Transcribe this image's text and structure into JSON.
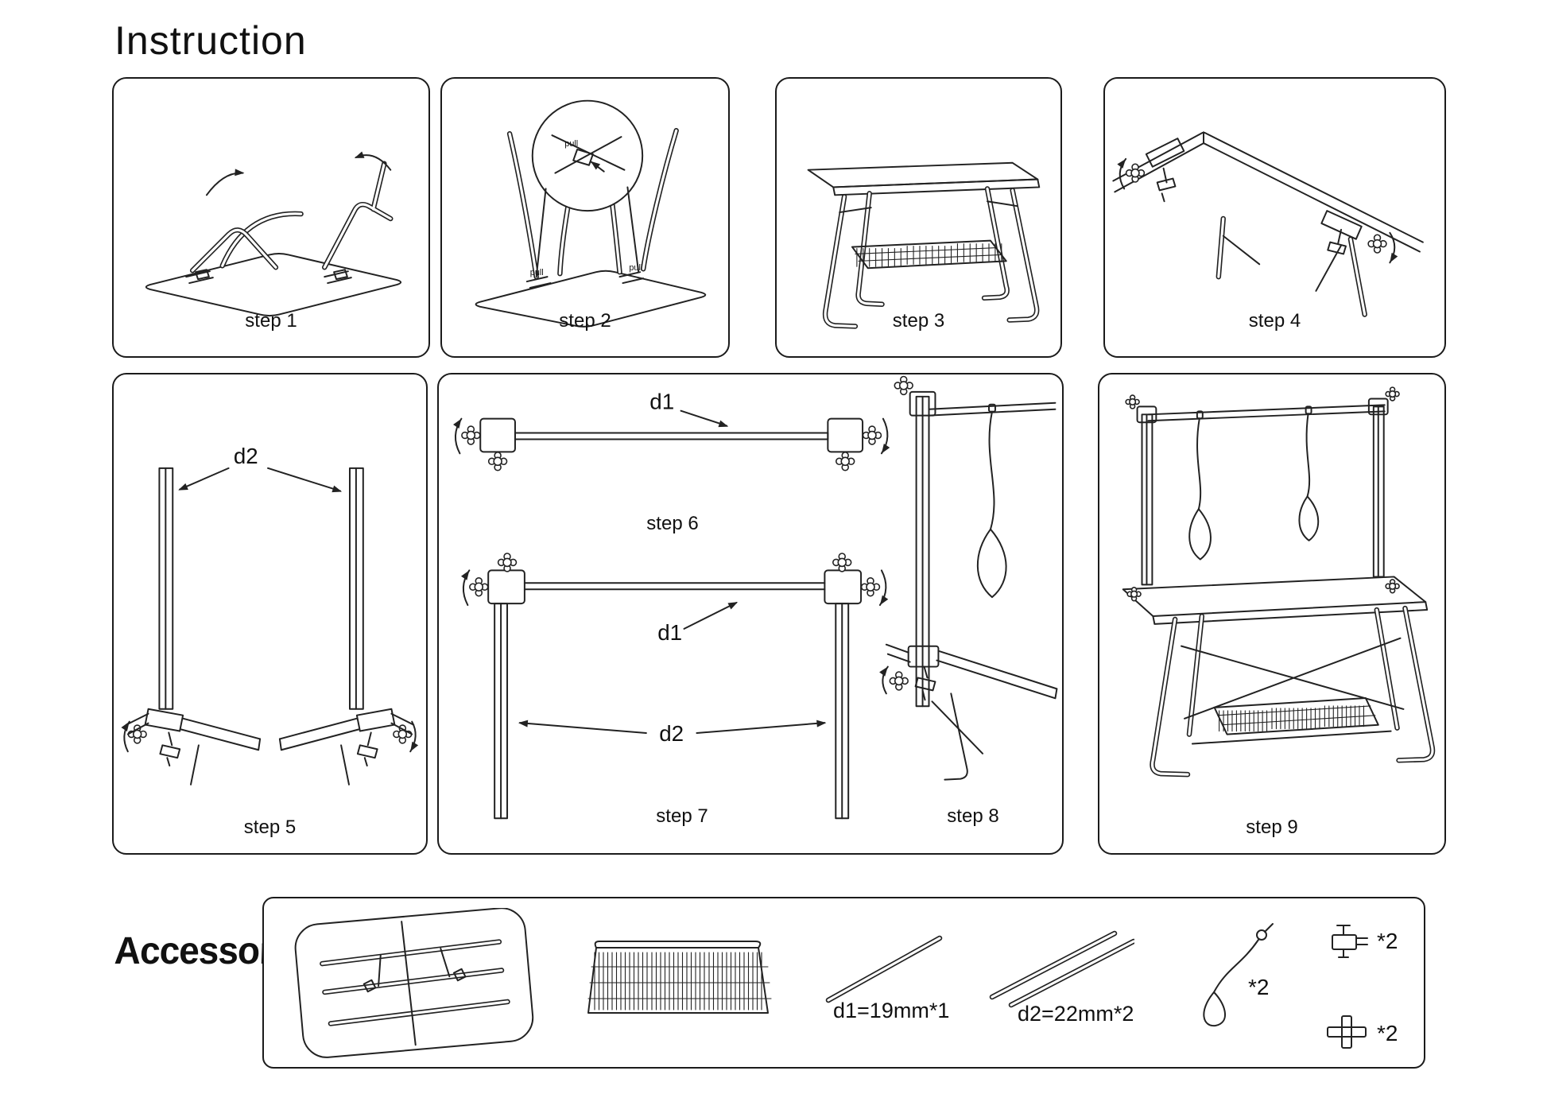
{
  "page": {
    "title": "Instruction",
    "accessories_heading": "Accessories"
  },
  "steps": [
    {
      "label": "step 1"
    },
    {
      "label": "step 2"
    },
    {
      "label": "step 3"
    },
    {
      "label": "step 4"
    },
    {
      "label": "step 5"
    },
    {
      "label": "step 6"
    },
    {
      "label": "step 7"
    },
    {
      "label": "step 8"
    },
    {
      "label": "step 9"
    }
  ],
  "annotations": {
    "d1": "d1",
    "d2": "d2",
    "pull": "pull"
  },
  "accessories": {
    "rod_d1_label": "d1=19mm*1",
    "rod_d2_label": "d2=22mm*2",
    "leash_qty": "*2",
    "clamp_qty": "*2",
    "connector_qty": "*2",
    "items": [
      "folded-table",
      "wire-basket",
      "rod-d1",
      "rod-d2",
      "leash",
      "corner-clamp",
      "tube-connector"
    ]
  }
}
